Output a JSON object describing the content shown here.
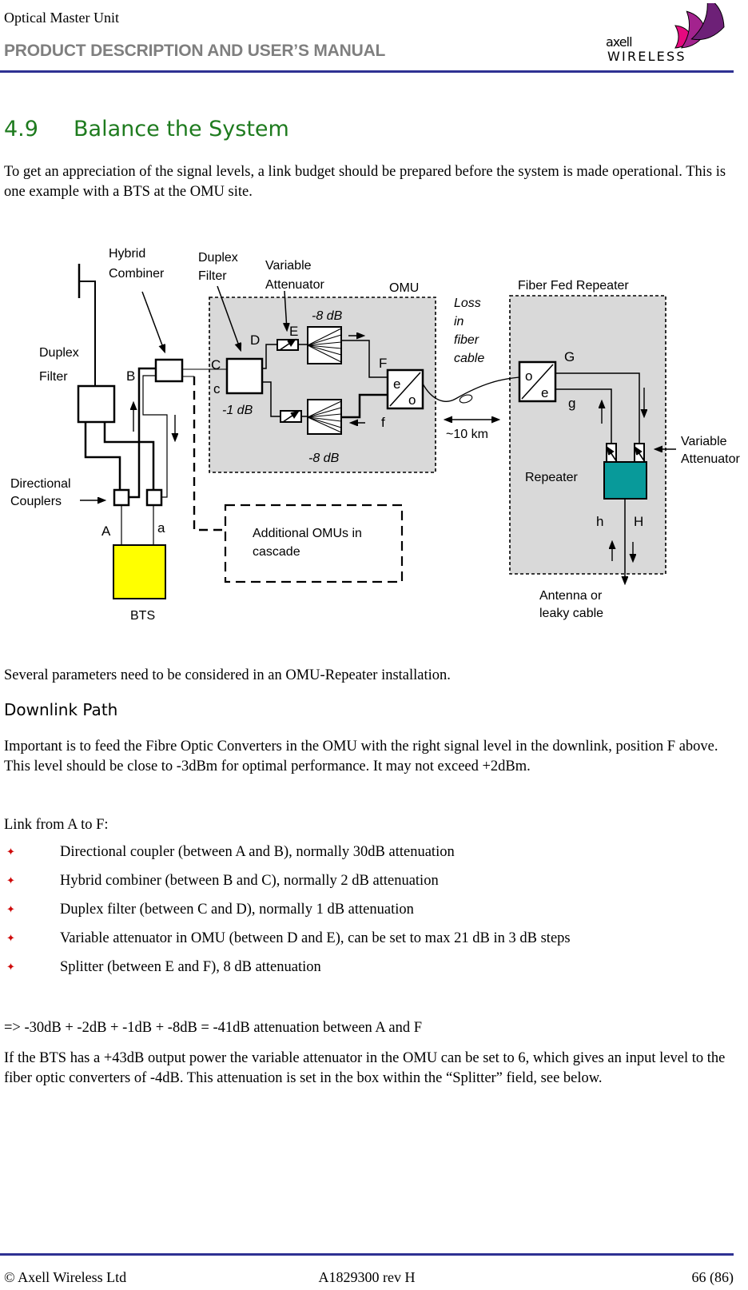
{
  "page": {
    "header": {
      "title": "Optical Master Unit",
      "subtitle": "PRODUCT DESCRIPTION AND USER’S MANUAL",
      "logo": {
        "brand": "axell",
        "sub": "WIRELESS"
      }
    },
    "section": {
      "number": "4.9",
      "title": "Balance the System"
    },
    "paragraphs": {
      "intro": "To get an appreciation of the signal levels, a link budget should be prepared before the system is made operational. This is one example with a BTS at the OMU site.",
      "after_diagram": "Several parameters need to be considered in an OMU-Repeater installation.",
      "downlink_heading": "Downlink Path",
      "downlink_body": "Important is to feed the Fibre Optic Converters in the OMU with the right signal level in the downlink, position F above. This level should be close to -3dBm for optimal performance. It may not exceed +2dBm.",
      "link_intro": "Link from A to F:",
      "sum_line": "=> -30dB + -2dB + -1dB + -8dB = -41dB attenuation between A and F",
      "closing": "If the BTS has a +43dB output power the variable attenuator in the OMU can be set to 6, which gives an input level to the fiber optic converters of -4dB. This attenuation is set in the box within the “Splitter” field, see below."
    },
    "bullet_icon": "✦",
    "bullets": [
      "Directional coupler (between A and B), normally 30dB attenuation",
      "Hybrid combiner (between B and C), normally 2 dB attenuation",
      "Duplex filter (between C and D), normally 1 dB attenuation",
      "Variable attenuator in OMU (between D and E), can be set to max 21 dB in 3 dB steps",
      "Splitter (between E and F), 8 dB attenuation"
    ],
    "footer": {
      "left": "© Axell Wireless Ltd",
      "center": "A1829300 rev H",
      "right": "66 (86)"
    }
  },
  "diagram": {
    "labels": {
      "hybrid_combiner": [
        "Hybrid",
        "Combiner"
      ],
      "duplex_filter_omu": [
        "Duplex",
        "Filter"
      ],
      "variable_attenuator_omu": [
        "Variable",
        "Attenuator"
      ],
      "duplex_filter_left": [
        "Duplex",
        "Filter"
      ],
      "directional_couplers": [
        "Directional",
        "Couplers"
      ],
      "variable_attenuator_rep": [
        "Variable",
        "Attenuator"
      ],
      "loss_in_fiber": [
        "Loss",
        "in",
        "fiber",
        "cable"
      ],
      "antenna_or_leaky": [
        "Antenna or",
        "leaky cable"
      ],
      "additional_omus": [
        "Additional OMUs in",
        "cascade"
      ],
      "omu": "OMU",
      "fiber_fed_repeater": "Fiber Fed Repeater",
      "repeater": "Repeater",
      "bts": "BTS",
      "distance": "~10 km",
      "att_top": "-8 dB",
      "att_bottom": "-8 dB",
      "att_df": "-1 dB",
      "eo_e": "e",
      "eo_o": "o",
      "oe_o": "o",
      "oe_e": "e",
      "ports": {
        "A": "A",
        "a": "a",
        "B": "B",
        "C": "C",
        "c": "c",
        "D": "D",
        "E": "E",
        "F": "F",
        "f": "f",
        "G": "G",
        "g": "g",
        "h": "h",
        "H": "H"
      }
    },
    "colors": {
      "box_fill": "#d9d9d9",
      "bts_fill": "#ffff00",
      "repeater_fill": "#089a9a"
    }
  },
  "colors": {
    "accent_rule": "#2e3192",
    "heading_green": "#1e7b1e",
    "subtitle_gray": "#7f7f7f",
    "bullet_red": "#cf0a0a",
    "logo_gray": "#5b6770",
    "logo_pink": "#e5097f",
    "logo_purple": "#a3238e",
    "logo_dark_purple": "#6d2077"
  }
}
